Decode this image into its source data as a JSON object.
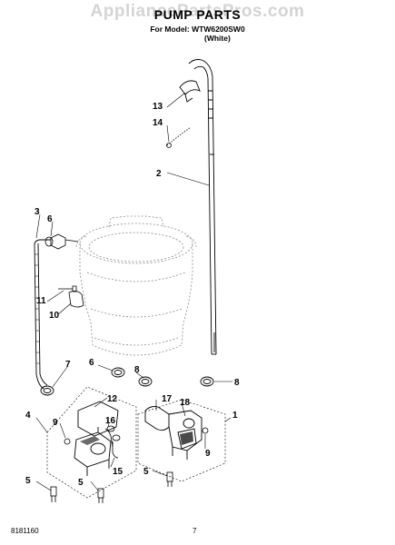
{
  "watermark": "AppliancePartsPros.com",
  "header": {
    "title": "PUMP PARTS",
    "model_line": "For Model: WTW6200SW0",
    "color_note": "(White)"
  },
  "callouts": [
    {
      "id": "c1",
      "text": "1"
    },
    {
      "id": "c2",
      "text": "2"
    },
    {
      "id": "c3",
      "text": "3"
    },
    {
      "id": "c4",
      "text": "4"
    },
    {
      "id": "c5a",
      "text": "5"
    },
    {
      "id": "c5b",
      "text": "5"
    },
    {
      "id": "c5c",
      "text": "5"
    },
    {
      "id": "c6a",
      "text": "6"
    },
    {
      "id": "c6b",
      "text": "6"
    },
    {
      "id": "c7",
      "text": "7"
    },
    {
      "id": "c8a",
      "text": "8"
    },
    {
      "id": "c8b",
      "text": "8"
    },
    {
      "id": "c9a",
      "text": "9"
    },
    {
      "id": "c9b",
      "text": "9"
    },
    {
      "id": "c10",
      "text": "10"
    },
    {
      "id": "c11",
      "text": "11"
    },
    {
      "id": "c12",
      "text": "12"
    },
    {
      "id": "c13",
      "text": "13"
    },
    {
      "id": "c14",
      "text": "14"
    },
    {
      "id": "c15",
      "text": "15"
    },
    {
      "id": "c16",
      "text": "16"
    },
    {
      "id": "c17",
      "text": "17"
    },
    {
      "id": "c18",
      "text": "18"
    }
  ],
  "footer": {
    "doc_number": "8181160",
    "page_number": "7"
  },
  "colors": {
    "line": "#000000",
    "ghost": "#8a8a8a",
    "watermark": "#d4d4d4"
  }
}
